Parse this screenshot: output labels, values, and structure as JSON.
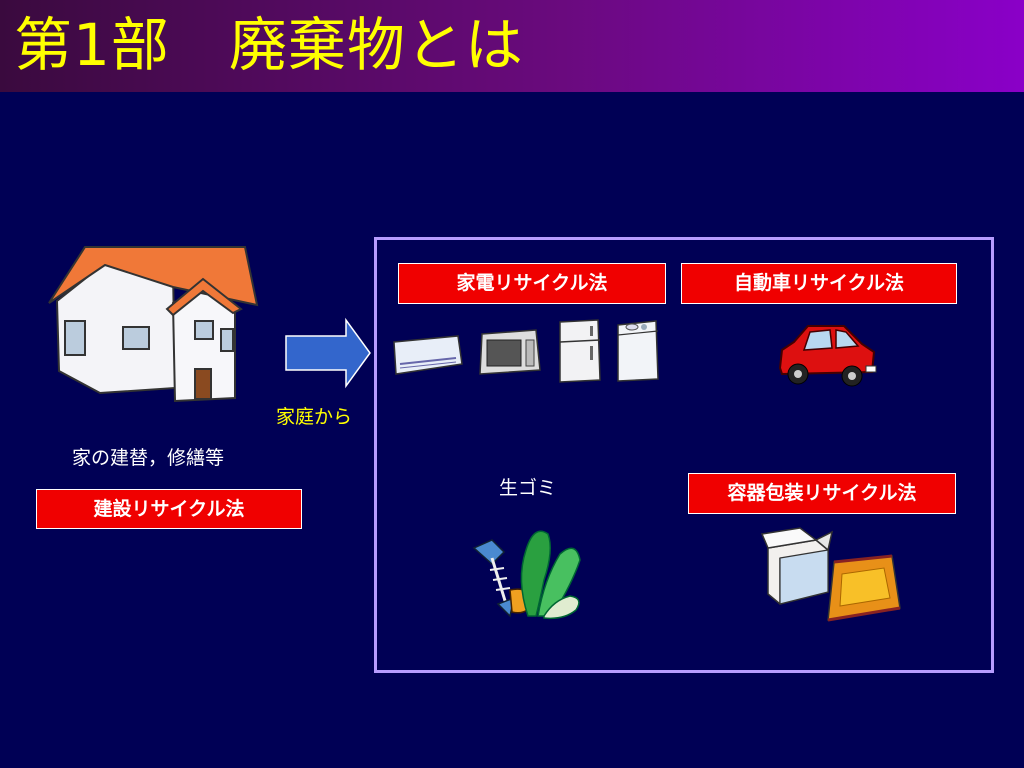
{
  "slide": {
    "title": "第1部　廃棄物とは",
    "house_caption": "家の建替，修繕等",
    "construction_law": "建設リサイクル法",
    "from_home": "家庭から",
    "appliance_law": "家電リサイクル法",
    "auto_law": "自動車リサイクル法",
    "food_waste": "生ゴミ",
    "packaging_law": "容器包装リサイクル法"
  },
  "colors": {
    "background": "#000055",
    "title_text": "#ffff00",
    "label_red": "#f00000",
    "panel_border": "#b79cff",
    "arrow_blue": "#3366cc"
  },
  "icons": [
    "house-icon",
    "arrow-right-icon",
    "air-conditioner-icon",
    "microwave-icon",
    "refrigerator-icon",
    "washing-machine-icon",
    "car-icon",
    "fish-bone-icon",
    "vegetable-scraps-icon",
    "cardboard-box-icon",
    "snack-bag-icon"
  ]
}
